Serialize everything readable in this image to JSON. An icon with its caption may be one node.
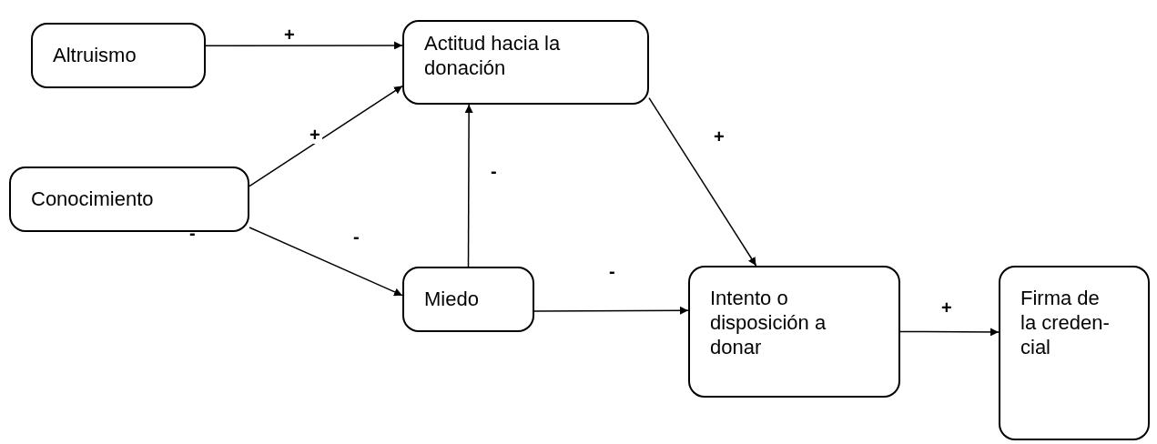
{
  "diagram": {
    "nodes": [
      {
        "text": [
          "Altruismo"
        ]
      },
      {
        "text": [
          "Actitud hacia la donación"
        ]
      },
      {
        "text": [
          "Conocimiento"
        ]
      },
      {
        "text": [
          "Miedo"
        ]
      },
      {
        "text": [
          "Intento o disposición a donar"
        ]
      },
      {
        "text": [
          "Firma de la creden-cial"
        ]
      }
    ],
    "edges": [
      {
        "from": 0,
        "to": 1,
        "arrow": "to",
        "label": "+"
      },
      {
        "from": 2,
        "to": 1,
        "arrow": "to",
        "label": "+"
      },
      {
        "from": 2,
        "to": 3,
        "arrow": "to",
        "label": "-"
      },
      {
        "from": 3,
        "to": 1,
        "arrow": "to",
        "label": "-"
      },
      {
        "from": 1,
        "to": 4,
        "arrow": "to",
        "label": "+"
      },
      {
        "from": 3,
        "to": 4,
        "arrow": "to",
        "label": "-"
      },
      {
        "from": 4,
        "to": 5,
        "arrow": "to",
        "label": "+"
      }
    ],
    "labels": [
      "-"
    ]
  }
}
